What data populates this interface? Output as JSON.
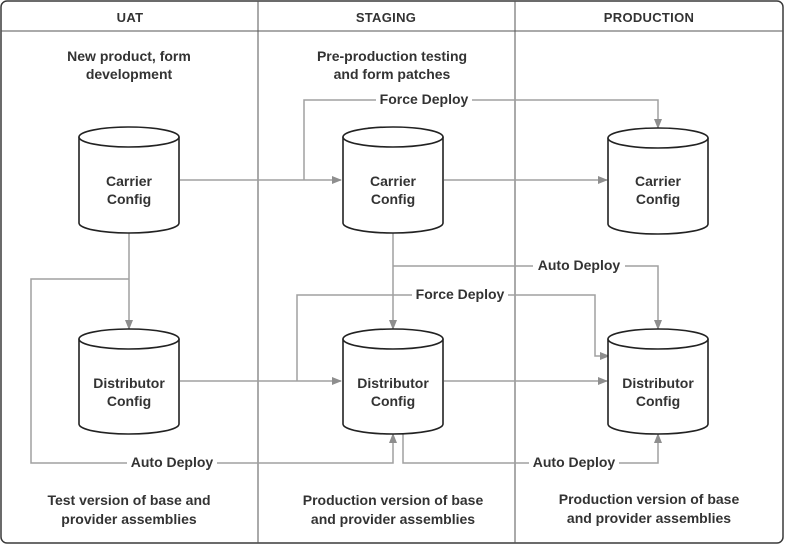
{
  "lanes": {
    "uat": {
      "header": "UAT",
      "top_desc": [
        "New product, form",
        "development"
      ],
      "bottom_desc": [
        "Test version of base and",
        "provider assemblies"
      ]
    },
    "staging": {
      "header": "STAGING",
      "top_desc": [
        "Pre-production testing",
        "and form patches"
      ],
      "bottom_desc": [
        "Production version of base",
        "and provider assemblies"
      ]
    },
    "production": {
      "header": "PRODUCTION",
      "top_desc": [
        "",
        ""
      ],
      "bottom_desc": [
        "Production version of base",
        "and provider assemblies"
      ]
    }
  },
  "nodes": {
    "uat_carrier": [
      "Carrier",
      "Config"
    ],
    "uat_distributor": [
      "Distributor",
      "Config"
    ],
    "staging_carrier": [
      "Carrier",
      "Config"
    ],
    "staging_distributor": [
      "Distributor",
      "Config"
    ],
    "production_carrier": [
      "Carrier",
      "Config"
    ],
    "production_distributor": [
      "Distributor",
      "Config"
    ]
  },
  "edges": {
    "force_deploy_top": "Force Deploy",
    "auto_deploy_mid": "Auto Deploy",
    "force_deploy_mid": "Force Deploy",
    "auto_deploy_bottom_left": "Auto Deploy",
    "auto_deploy_bottom_right": "Auto Deploy"
  },
  "colors": {
    "line": "#a0a0a0",
    "border": "#3a3a3a",
    "header_rule": "#555555"
  }
}
